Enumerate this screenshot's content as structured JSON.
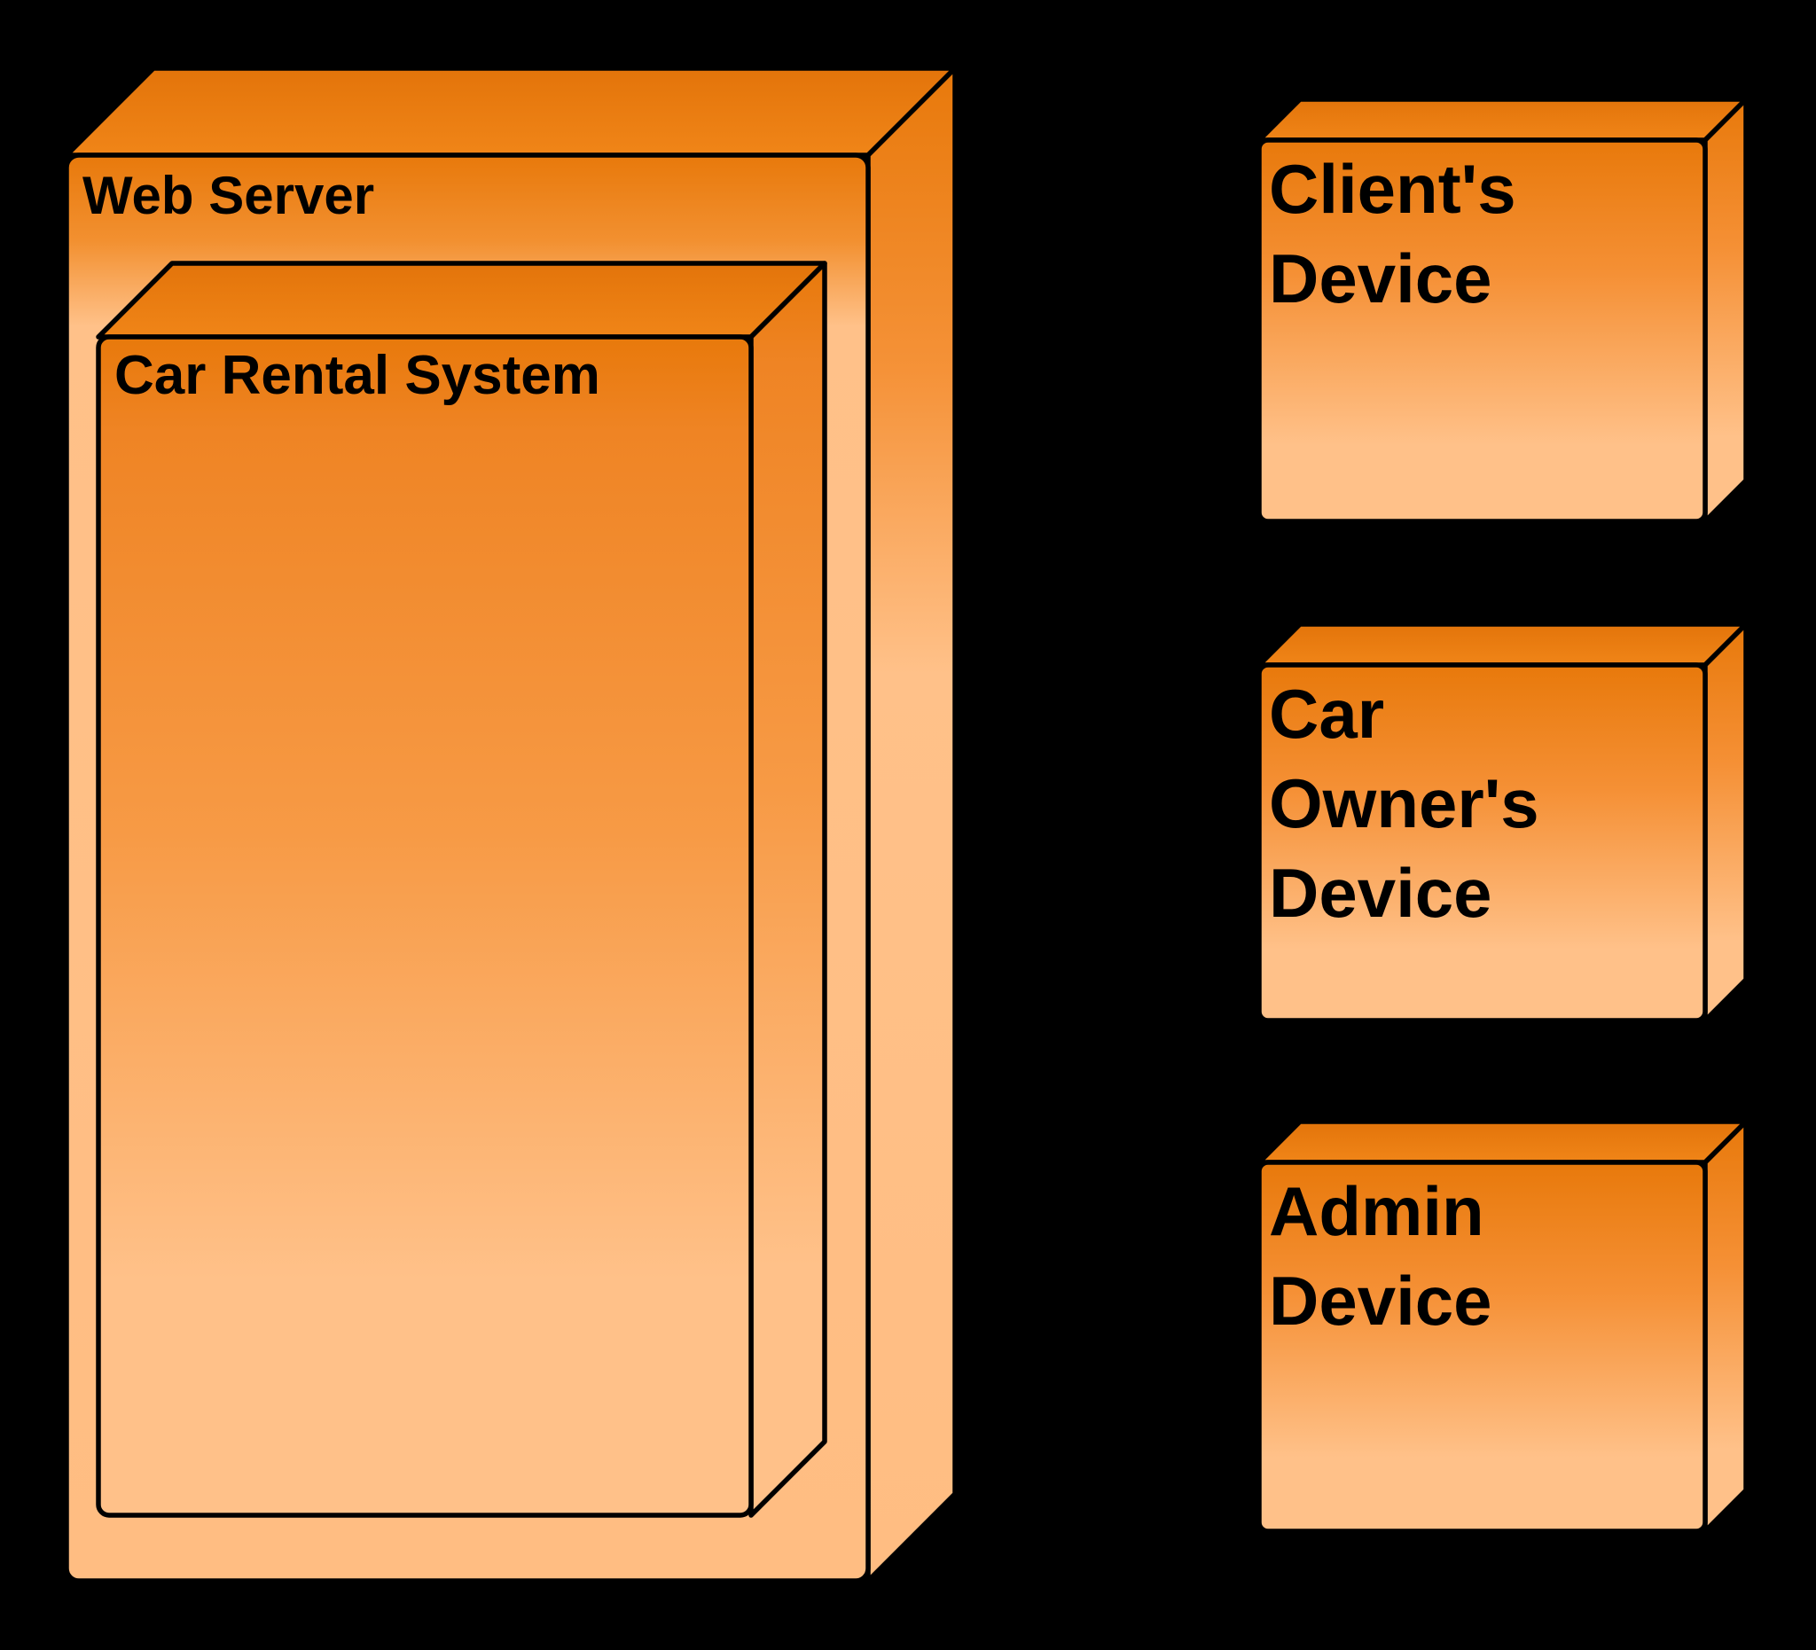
{
  "diagram": {
    "type": "uml-deployment-diagram",
    "background_color": "#000000",
    "node_stroke_color": "#000000",
    "node_fill_dark": "#e8790b",
    "node_fill_mid": "#f79a45",
    "node_fill_light": "#ffc189",
    "nodes": [
      {
        "id": "web-server",
        "label": "Web Server"
      },
      {
        "id": "car-rental-system",
        "label": "Car Rental System",
        "contained_in": "web-server"
      },
      {
        "id": "clients-device",
        "label": "Client's\nDevice"
      },
      {
        "id": "car-owners-device",
        "label": "Car\nOwner's\nDevice"
      },
      {
        "id": "admin-device",
        "label": "Admin\nDevice"
      }
    ]
  }
}
